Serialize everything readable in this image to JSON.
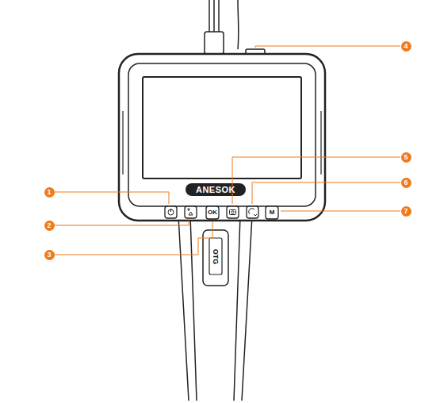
{
  "diagram": {
    "labels": [
      "1",
      "2",
      "3",
      "4",
      "5",
      "6",
      "7",
      "ANESOK",
      "OK",
      "M",
      "OTG"
    ]
  }
}
